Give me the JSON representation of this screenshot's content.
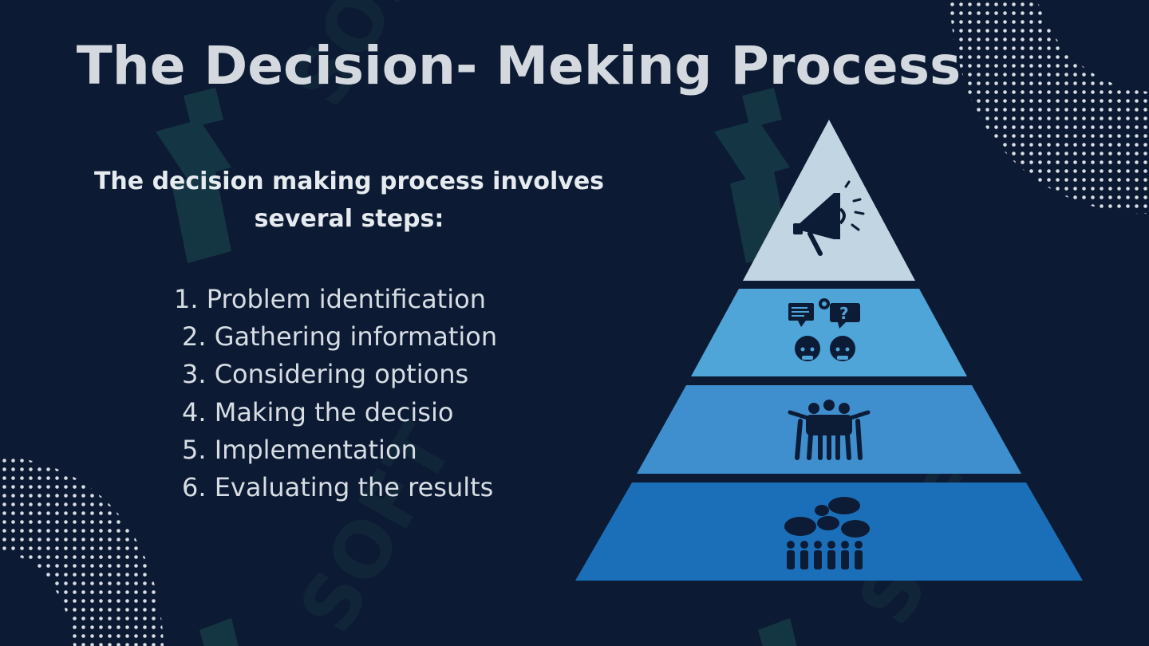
{
  "title": "The Decision- Meking Process",
  "intro": "The decision making process involves several steps:",
  "steps": [
    "1. Problem identification",
    "2. Gathering information",
    "3. Considering options",
    "4. Making the decisio",
    "5. Implementation",
    "6. Evaluating the results"
  ],
  "pyramid": {
    "levels": [
      {
        "icon": "megaphone-icon",
        "color": "#c2d5e2"
      },
      {
        "icon": "discussion-icon",
        "color": "#4fa4d8"
      },
      {
        "icon": "team-icon",
        "color": "#3f8fcf"
      },
      {
        "icon": "crowd-icon",
        "color": "#1b6fb8"
      }
    ]
  },
  "colors": {
    "background": "#0c1a33",
    "title": "#d4d9e0",
    "text": "#d7dde4",
    "watermark": "#1f4a4a"
  },
  "watermark_text": "SOFT"
}
